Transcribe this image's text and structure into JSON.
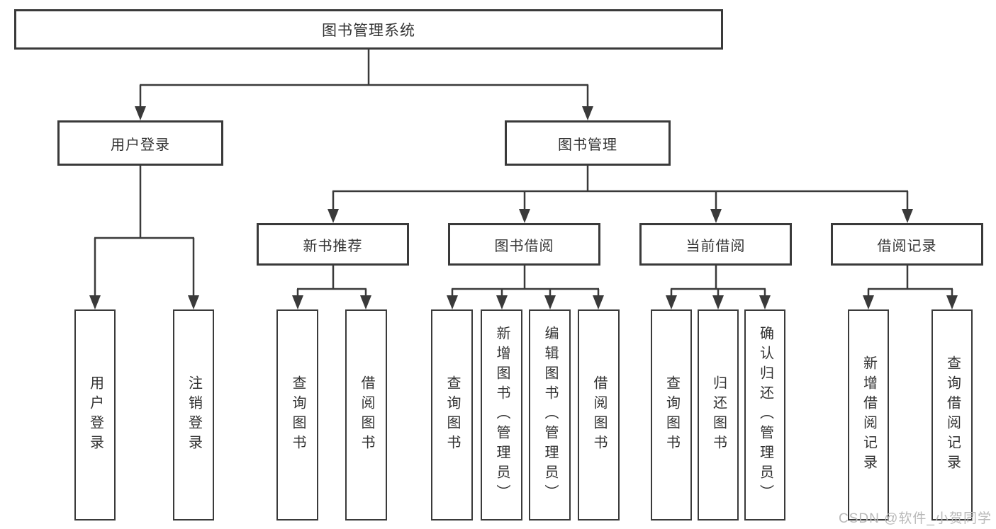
{
  "diagram": {
    "title": "图书管理系统",
    "branches": [
      {
        "label": "用户登录",
        "children": [
          {
            "label": "用户登录"
          },
          {
            "label": "注销登录"
          }
        ]
      },
      {
        "label": "图书管理",
        "children": [
          {
            "label": "新书推荐",
            "children": [
              {
                "label": "查询图书"
              },
              {
                "label": "借阅图书"
              }
            ]
          },
          {
            "label": "图书借阅",
            "children": [
              {
                "label": "查询图书"
              },
              {
                "label": "新增图书（管理员）"
              },
              {
                "label": "编辑图书（管理员）"
              },
              {
                "label": "借阅图书"
              }
            ]
          },
          {
            "label": "当前借阅",
            "children": [
              {
                "label": "查询图书"
              },
              {
                "label": "归还图书"
              },
              {
                "label": "确认归还（管理员）"
              }
            ]
          },
          {
            "label": "借阅记录",
            "children": [
              {
                "label": "新增借阅记录"
              },
              {
                "label": "查询借阅记录"
              }
            ]
          }
        ]
      }
    ]
  },
  "watermark": "CSDN @软件_小贺同学",
  "colors": {
    "line": "#3a3a3a",
    "text": "#333333",
    "background": "#ffffff",
    "watermark": "#b9b9b9"
  }
}
